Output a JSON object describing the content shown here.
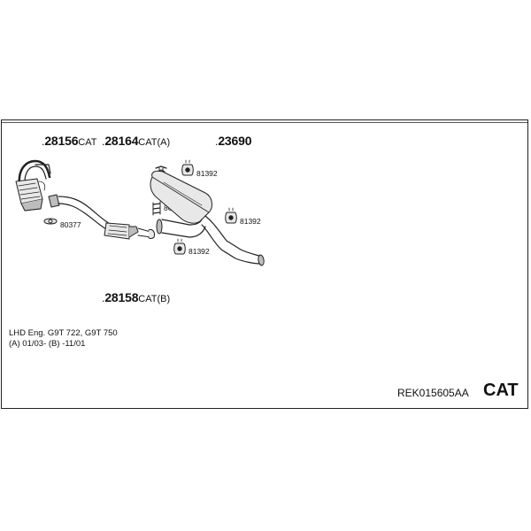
{
  "parts": {
    "p28156": {
      "number": "28156",
      "suffix": "CAT"
    },
    "p28164": {
      "number": "28164",
      "suffix": "CAT(A)"
    },
    "p23690": {
      "number": "23690",
      "suffix": ""
    },
    "p28158": {
      "number": "28158",
      "suffix": "CAT(B)"
    }
  },
  "small_parts": {
    "s80377": "80377",
    "s86219": "86219",
    "s81392a": "81392",
    "s81392b": "81392",
    "s81392c": "81392"
  },
  "notes": {
    "line1": "LHD   Eng. G9T 722, G9T 750",
    "line2": "(A) 01/03- (B) -11/01"
  },
  "footer": {
    "reference": "REK015605AA",
    "category": "CAT"
  },
  "colors": {
    "line": "#222222",
    "fill_light": "#e8e8e8",
    "fill_mid": "#bdbdbd"
  }
}
